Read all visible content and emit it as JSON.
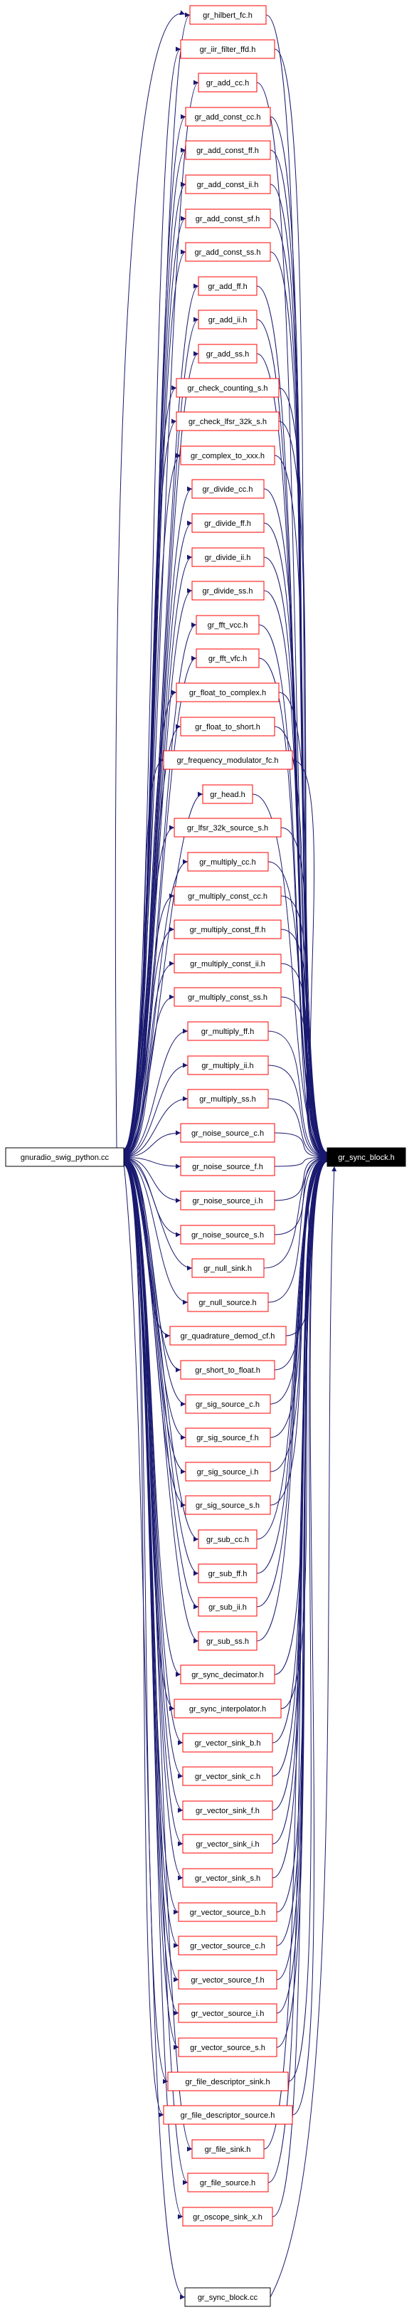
{
  "source_node": {
    "label": "gnuradio_swig_python.cc"
  },
  "target_node": {
    "label": "gr_sync_block.h"
  },
  "header_nodes": [
    "gr_hilbert_fc.h",
    "gr_iir_filter_ffd.h",
    "gr_add_cc.h",
    "gr_add_const_cc.h",
    "gr_add_const_ff.h",
    "gr_add_const_ii.h",
    "gr_add_const_sf.h",
    "gr_add_const_ss.h",
    "gr_add_ff.h",
    "gr_add_ii.h",
    "gr_add_ss.h",
    "gr_check_counting_s.h",
    "gr_check_lfsr_32k_s.h",
    "gr_complex_to_xxx.h",
    "gr_divide_cc.h",
    "gr_divide_ff.h",
    "gr_divide_ii.h",
    "gr_divide_ss.h",
    "gr_fft_vcc.h",
    "gr_fft_vfc.h",
    "gr_float_to_complex.h",
    "gr_float_to_short.h",
    "gr_frequency_modulator_fc.h",
    "gr_head.h",
    "gr_lfsr_32k_source_s.h",
    "gr_multiply_cc.h",
    "gr_multiply_const_cc.h",
    "gr_multiply_const_ff.h",
    "gr_multiply_const_ii.h",
    "gr_multiply_const_ss.h",
    "gr_multiply_ff.h",
    "gr_multiply_ii.h",
    "gr_multiply_ss.h",
    "gr_noise_source_c.h",
    "gr_noise_source_f.h",
    "gr_noise_source_i.h",
    "gr_noise_source_s.h",
    "gr_null_sink.h",
    "gr_null_source.h",
    "gr_quadrature_demod_cf.h",
    "gr_short_to_float.h",
    "gr_sig_source_c.h",
    "gr_sig_source_f.h",
    "gr_sig_source_i.h",
    "gr_sig_source_s.h",
    "gr_sub_cc.h",
    "gr_sub_ff.h",
    "gr_sub_ii.h",
    "gr_sub_ss.h",
    "gr_sync_decimator.h",
    "gr_sync_interpolator.h",
    "gr_vector_sink_b.h",
    "gr_vector_sink_c.h",
    "gr_vector_sink_f.h",
    "gr_vector_sink_i.h",
    "gr_vector_sink_s.h",
    "gr_vector_source_b.h",
    "gr_vector_source_c.h",
    "gr_vector_source_f.h",
    "gr_vector_source_i.h",
    "gr_vector_source_s.h",
    "gr_file_descriptor_sink.h",
    "gr_file_descriptor_source.h",
    "gr_file_sink.h",
    "gr_file_source.h",
    "gr_oscope_sink_x.h"
  ],
  "bottom_node": {
    "label": "gr_sync_block.cc"
  },
  "colors": {
    "edge": "#191970",
    "header_border": "#ff0000",
    "plain_border": "#000000",
    "target_fill": "#000000",
    "target_text": "#ffffff"
  }
}
